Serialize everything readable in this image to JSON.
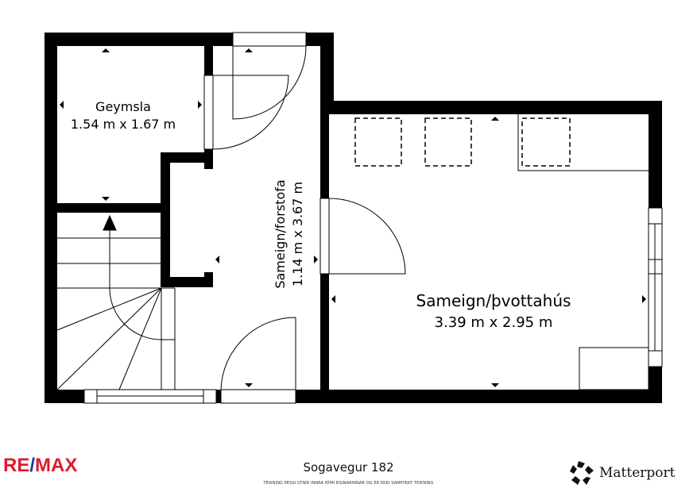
{
  "rooms": [
    {
      "name": "Geymsla",
      "dims": "1.54 m x 1.67 m"
    },
    {
      "name": "Sameign/forstofa",
      "dims": "1.14 m x 3.67 m"
    },
    {
      "name": "Sameign/þvottahús",
      "dims": "3.39 m x 2.95 m"
    }
  ],
  "footer": {
    "address": "Sogavegur 182",
    "disclaimer": "TEIKNING ÞESSI SÝNIR INNRA RÝMI EIGNARINNAR OG ER EKKI SAMÞYKKT TEIKNING",
    "left_logo": "RE/MAX",
    "right_logo": "Matterport"
  },
  "colors": {
    "wall": "#000000",
    "remax_red": "#dc1c2e",
    "remax_blue": "#1a3d8f"
  }
}
